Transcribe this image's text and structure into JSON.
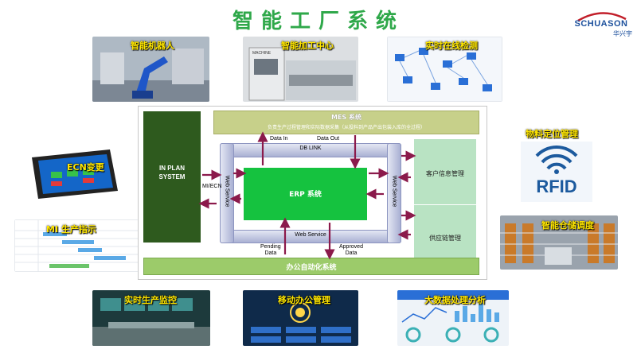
{
  "title": "智能工厂系统",
  "logo": {
    "brand": "SCHUASON",
    "sub": "华兴宇"
  },
  "top_images": [
    {
      "caption": "智能机器人",
      "icon": "robot-arm-photo"
    },
    {
      "caption": "智能加工中心",
      "icon": "machining-center-photo"
    },
    {
      "caption": "实时在线检测",
      "icon": "network-diagram-photo"
    }
  ],
  "bottom_images": [
    {
      "caption": "实时生产监控",
      "icon": "control-room-photo"
    },
    {
      "caption": "移动办公管理",
      "icon": "mobile-dashboard-photo"
    },
    {
      "caption": "大数据处理分析",
      "icon": "analytics-dashboard-photo"
    }
  ],
  "left_images": [
    {
      "caption": "ECN变更",
      "icon": "tablet-photo"
    },
    {
      "caption": "MI 生产指示",
      "icon": "gantt-chart-photo"
    }
  ],
  "right_images": [
    {
      "caption": "物料定位管理",
      "badge": "RFID",
      "icon": "rfid-icon"
    },
    {
      "caption": "智能仓储调度",
      "icon": "warehouse-photo"
    }
  ],
  "diagram": {
    "mes": {
      "title": "MES 系统",
      "desc": "负责生产过程管理和实际数据采集（从投料到产品产出包装入库的全过程）"
    },
    "inplan": {
      "line1": "IN PLAN",
      "line2": "SYSTEM"
    },
    "mi_ecn": "MI/ECN",
    "db_link": "DB LINK",
    "web_service_left": "Web Service",
    "web_service_right": "Web Service",
    "web_service_bottom": "Web Service",
    "erp": "ERP 系统",
    "data_in": "Data In",
    "data_out": "Data Out",
    "pending": "Pending\nData",
    "approved": "Approved\nData",
    "oa": "办公自动化系统",
    "crm": "客户信息管理",
    "scm": "供应链管理"
  },
  "colors": {
    "title_green": "#2fa84a",
    "inplan_green": "#2e5a1e",
    "erp_green": "#15c23f",
    "mes_olive": "#c7d08a",
    "oa_green": "#9ccb6a",
    "side_panel": "#b9e3c3",
    "arrow": "#8b1a4b",
    "pipe": "#c6cbe4"
  }
}
